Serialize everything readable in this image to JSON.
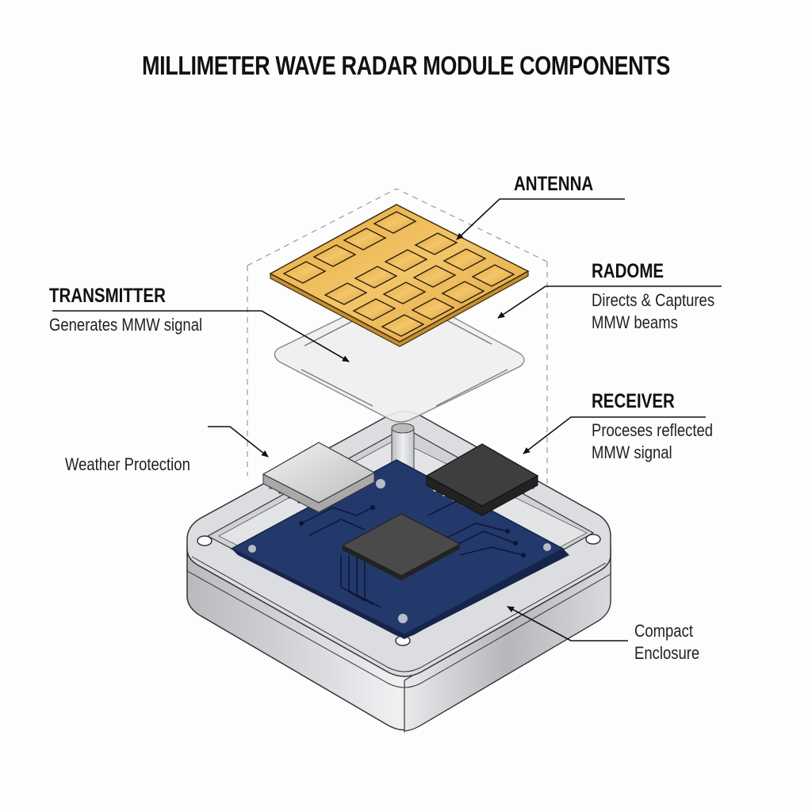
{
  "title": "MILLIMETER WAVE RADAR MODULE COMPONENTS",
  "labels": {
    "antenna": {
      "heading": "ANTENNA"
    },
    "radome": {
      "heading": "RADOME",
      "desc_line1": "Directs & Captures",
      "desc_line2": "MMW beams"
    },
    "transmitter": {
      "heading": "TRANSMITTER",
      "desc_line1": "Generates MMW signal"
    },
    "receiver": {
      "heading": "RECEIVER",
      "desc_line1": "Proceses reflected",
      "desc_line2": "MMW signal"
    },
    "weather": {
      "desc_line1": "Weather Protection"
    },
    "enclosure": {
      "desc_line1": "Compact",
      "desc_line2": "Enclosure"
    }
  },
  "colors": {
    "antenna_gold": "#e9b04a",
    "pcb_blue": "#1f3566",
    "chip_dark": "#3c3c3c",
    "chip_silver": "#d9d9d9",
    "enclosure_silver": "#c9cbcf",
    "radome_gray": "#efefef",
    "leader_line": "#111111"
  },
  "components": [
    "Antenna",
    "Radome",
    "Transmitter",
    "Receiver",
    "Weather Protection",
    "Compact Enclosure",
    "PCB",
    "Processor Chip"
  ]
}
